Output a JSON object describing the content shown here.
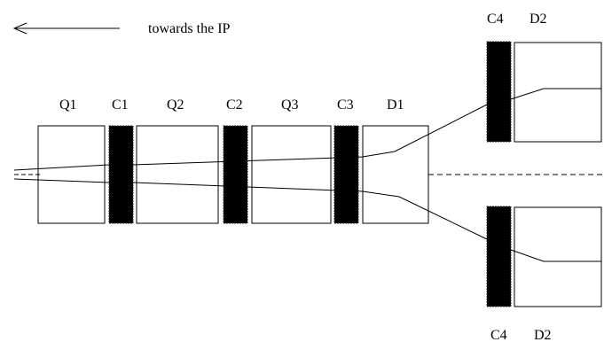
{
  "arrow_label": "towards the IP",
  "labels": {
    "q1": "Q1",
    "c1": "C1",
    "q2": "Q2",
    "c2": "C2",
    "q3": "Q3",
    "c3": "C3",
    "d1": "D1",
    "c4_top": "C4",
    "d2_top": "D2",
    "c4_bottom": "C4",
    "d2_bottom": "D2"
  },
  "colors": {
    "line": "#000000",
    "collimator_fill": "#000000",
    "magnet_fill": "#ffffff"
  }
}
